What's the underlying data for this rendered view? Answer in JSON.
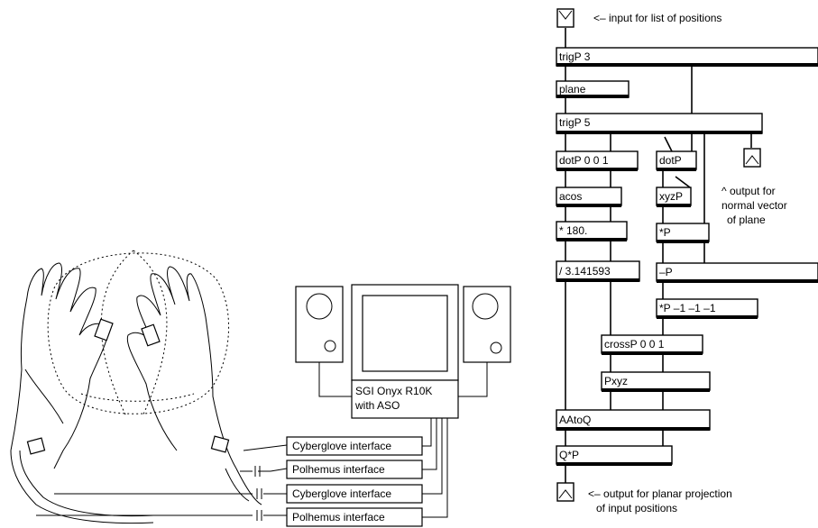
{
  "hardware": {
    "computer": [
      "SGI Onyx R10K",
      "with ASO"
    ],
    "interfaces": [
      "Cyberglove interface",
      "Polhemus interface",
      "Cyberglove interface",
      "Polhemus interface"
    ]
  },
  "patch": {
    "input_comment": "<– input for list of positions",
    "normal_comment": [
      "^ output for",
      "normal vector",
      "of plane"
    ],
    "output_comment": [
      "<– output for planar projection",
      "of input positions"
    ],
    "objects": {
      "trigP3": "trigP 3",
      "plane": "plane",
      "trigP5": "trigP 5",
      "dotP001": "dotP 0 0 1",
      "dotP": "dotP",
      "acos": "acos",
      "xyzP": "xyzP",
      "mul180": "* 180.",
      "mulP": "*P",
      "div": "/ 3.141593",
      "minusP": "–P",
      "mulPneg": "*P –1 –1 –1",
      "crossP": "crossP 0 0 1",
      "Pxyz": "Pxyz",
      "AAtoQ": "AAtoQ",
      "QmulP": "Q*P"
    }
  }
}
